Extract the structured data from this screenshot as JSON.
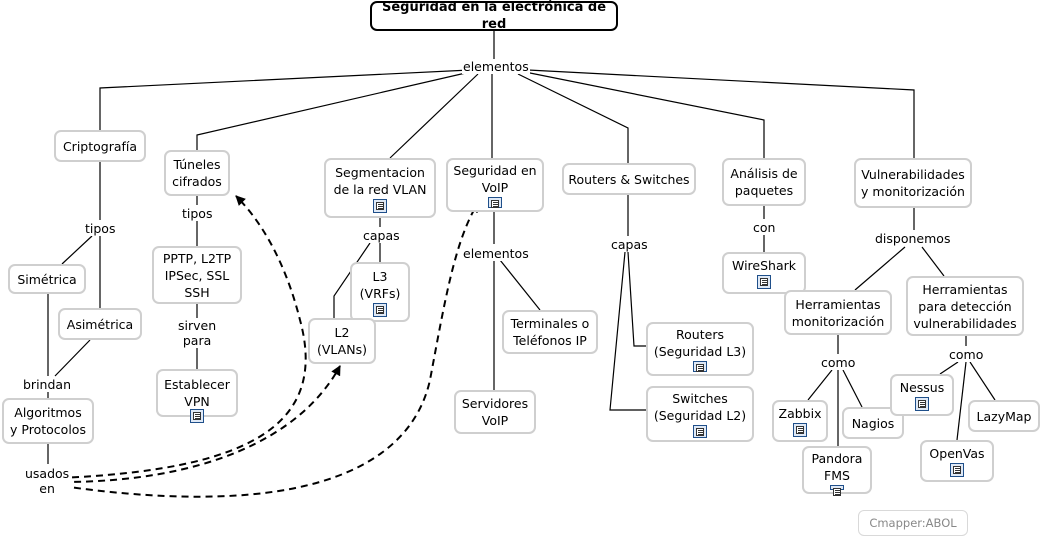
{
  "title": "Seguridad en la electrónica de red",
  "concepts": {
    "criptografia": "Criptografía",
    "simetrica": "Simétrica",
    "asimetrica": "Asimétrica",
    "algoritmos": "Algoritmos\ny Protocolos",
    "tuneles": "Túneles\ncifrados",
    "pptp": "PPTP, L2TP\nIPSec, SSL\nSSH",
    "vpn": "Establecer\nVPN",
    "segmentacion": "Segmentacion\nde la red VLAN",
    "l3": "L3\n(VRFs)",
    "l2": "L2\n(VLANs)",
    "voip": "Seguridad en\nVoIP",
    "terminales": "Terminales o\nTeléfonos IP",
    "servidores": "Servidores\nVoIP",
    "routers_switches": "Routers & Switches",
    "routers": "Routers\n(Seguridad L3)",
    "switches": "Switches\n(Seguridad L2)",
    "analisis": "Análisis de\npaquetes",
    "wireshark": "WireShark",
    "vulnerabilidades": "Vulnerabilidades\ny monitorización",
    "herr_mon": "Herramientas\nmonitorización",
    "herr_det": "Herramientas\npara detección\nvulnerabilidades",
    "zabbix": "Zabbix",
    "nagios": "Nagios",
    "pandora": "Pandora\nFMS",
    "nessus": "Nessus",
    "lazymap": "LazyMap",
    "openvas": "OpenVas"
  },
  "links": {
    "elementos_top": "elementos",
    "tipos_cripto": "tipos",
    "brindan": "brindan",
    "usados_en": "usados\nen",
    "tipos_tuneles": "tipos",
    "sirven_para": "sirven\npara",
    "capas_vlan": "capas",
    "elementos_voip": "elementos",
    "capas_rs": "capas",
    "con": "con",
    "disponemos": "disponemos",
    "como_mon": "como",
    "como_det": "como"
  },
  "icons": {
    "resource": "document-resource-icon"
  },
  "credit": "Cmapper:ABOL"
}
